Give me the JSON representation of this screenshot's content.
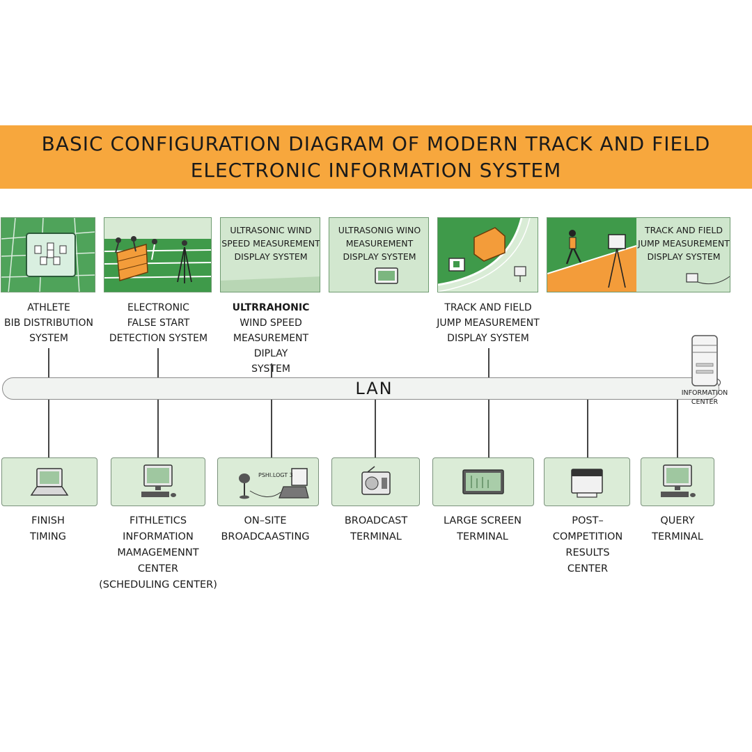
{
  "title": {
    "line1": "BASIC CONFIGURATION DIAGRAM OF MODERN TRACK AND FIELD",
    "line2": "ELECTRONIC INFORMATION SYSTEM"
  },
  "colors": {
    "banner": "#f7a73d",
    "panel_green": "#cfe6cd",
    "field_green": "#3f9a4a",
    "track_orange": "#f39c3a"
  },
  "top_panels": [
    {
      "id": "bib",
      "text": [],
      "icon": "bib-board-icon"
    },
    {
      "id": "false-start",
      "text": [],
      "icon": "false-start-sensor-icon"
    },
    {
      "id": "ultrasonic-1",
      "text": [
        "ULTRASONIC WIND",
        "SPEED MEASUREMENT",
        "DISPLAY SYSTEM"
      ],
      "icon": "none"
    },
    {
      "id": "ultrasonic-2",
      "text": [
        "ULTRASONIG WINO",
        "MEASUREMENT",
        "DISPLAY SYSTEM"
      ],
      "icon": "monitor-icon"
    },
    {
      "id": "jump-track",
      "text": [],
      "icon": "track-monitor-icon"
    },
    {
      "id": "jump-display",
      "text": [
        "TRACK AND FIELD",
        "JUMP MEASUREMENT",
        "DISPLAY SYSTEM"
      ],
      "icon": "jumper-icon"
    }
  ],
  "top_captions": [
    [
      "ATHLETE",
      "BIB DISTRIBUTION",
      "SYSTEM"
    ],
    [
      "ELECTRONIC",
      "FALSE START",
      "DETECTION SYSTEM"
    ],
    [
      "ULTRRAHONIC",
      "WIND SPEED",
      "MEASUREMENT DIPLAY",
      "SYSTEM"
    ],
    [
      "TRACK AND FIELD",
      "JUMP MEASUREMENT",
      "DISPLAY SYSTEM"
    ]
  ],
  "lan_label": "LAN",
  "server": {
    "label": [
      "INFORMATION",
      "CENTER"
    ],
    "icon": "server-tower-icon"
  },
  "bottom_boxes": [
    {
      "icon": "laptop-icon",
      "caption": [
        "FINISH",
        "TIMING"
      ]
    },
    {
      "icon": "desktop-icon",
      "caption": [
        "FITHLETICS",
        "INFORMATION",
        "MAMAGEMENNT",
        "CENTER",
        "(SCHEDULING CENTER)"
      ]
    },
    {
      "icon": "broadcast-desk-icon",
      "device_text": "PSHI.LOGT 3",
      "caption": [
        "ON–SITE",
        "BROADCAASTING"
      ]
    },
    {
      "icon": "radio-icon",
      "caption": [
        "BROADCAST",
        "TERMINAL"
      ]
    },
    {
      "icon": "large-screen-icon",
      "caption": [
        "LARGE SCREEN",
        "TERMINAL"
      ]
    },
    {
      "icon": "printer-icon",
      "caption": [
        "POST–",
        "COMPETITION",
        "RESULTS",
        "CENTER"
      ]
    },
    {
      "icon": "desktop-icon",
      "caption": [
        "QUERY",
        "TERMINAL"
      ]
    }
  ]
}
